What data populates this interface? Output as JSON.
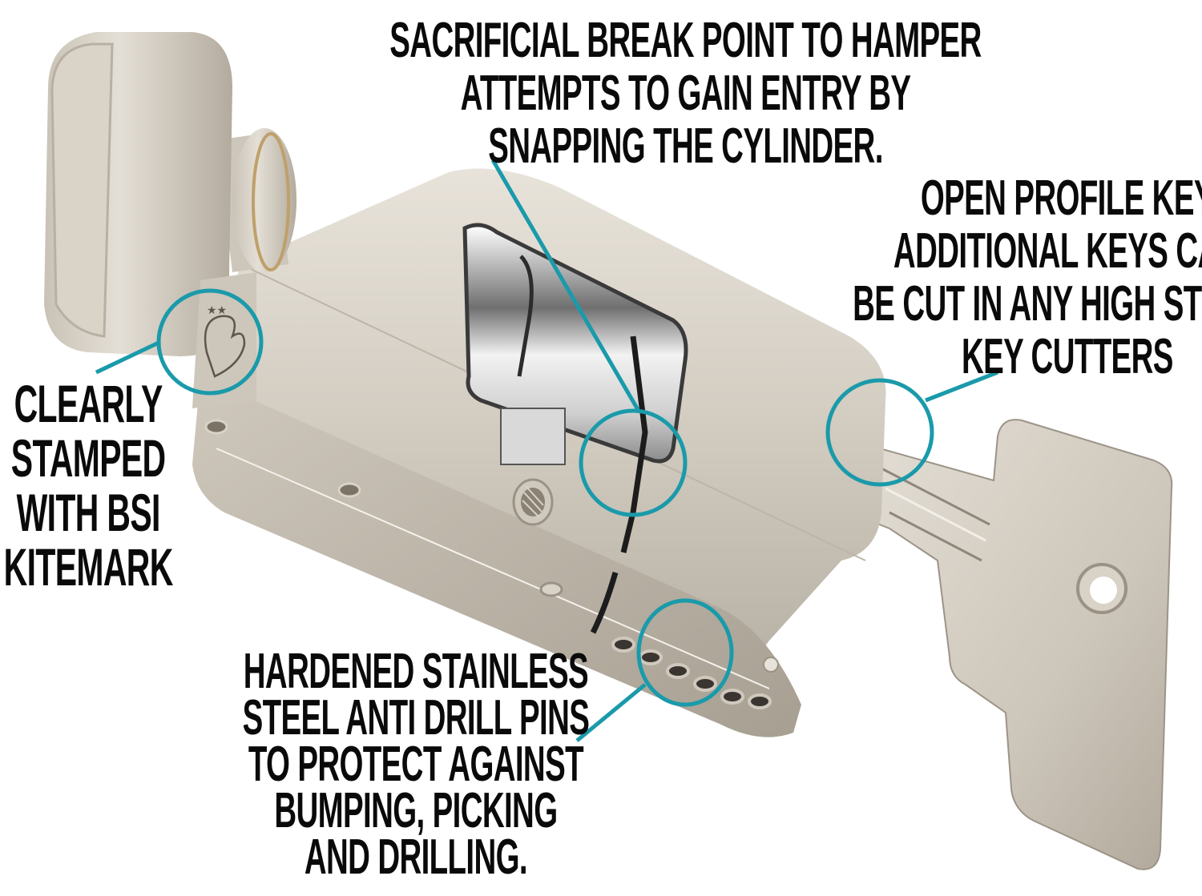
{
  "accent_color": "#1a9aaa",
  "text_color": "#0a0a0a",
  "background_color": "#ffffff",
  "callouts": {
    "break_point": {
      "lines": [
        "SACRIFICIAL BREAK POINT TO HAMPER",
        "ATTEMPTS TO GAIN ENTRY BY",
        "SNAPPING THE CYLINDER."
      ]
    },
    "open_profile_key": {
      "lines": [
        "OPEN PROFILE KEY",
        "ADDITIONAL KEYS CAN",
        "BE CUT IN ANY HIGH STREET",
        "KEY CUTTERS"
      ]
    },
    "kitemark": {
      "lines": [
        "CLEARLY",
        "STAMPED",
        "WITH BSI",
        "KITEMARK"
      ]
    },
    "anti_drill_pins": {
      "lines": [
        "HARDENED STAINLESS",
        "STEEL ANTI DRILL PINS",
        "TO PROTECT AGAINST",
        "BUMPING, PICKING",
        "AND DRILLING."
      ]
    }
  },
  "product": {
    "parts": [
      "thumb-turn",
      "cylinder-body",
      "cam",
      "key",
      "kitemark-stamp",
      "anti-drill-pins",
      "fixing-screw-hole"
    ],
    "kitemark_stars": "★★"
  }
}
